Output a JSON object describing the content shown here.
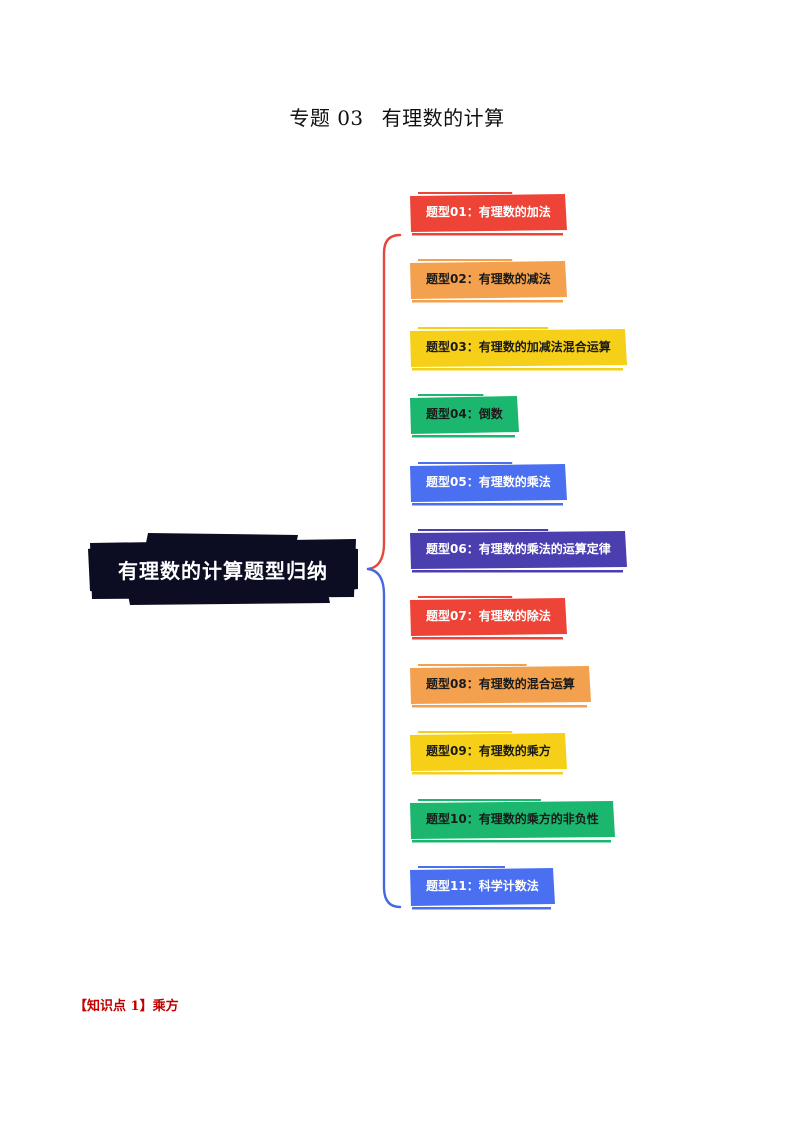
{
  "title": {
    "number": "专题 03",
    "text": "有理数的计算"
  },
  "central": {
    "label": "有理数的计算题型归纳",
    "color": "#0c0c22"
  },
  "connector": {
    "upper_color": "#e2483d",
    "lower_color": "#4469e0"
  },
  "topics": [
    {
      "label": "题型01：有理数的加法",
      "color": "#ee4438",
      "text_color": "#ffffff"
    },
    {
      "label": "题型02：有理数的减法",
      "color": "#f3a14e",
      "text_color": "#1a1a1a"
    },
    {
      "label": "题型03：有理数的加减法混合运算",
      "color": "#f5cf18",
      "text_color": "#1a1a1a"
    },
    {
      "label": "题型04：倒数",
      "color": "#1bb76e",
      "text_color": "#1a1a1a"
    },
    {
      "label": "题型05：有理数的乘法",
      "color": "#4a6ff0",
      "text_color": "#ffffff"
    },
    {
      "label": "题型06：有理数的乘法的运算定律",
      "color": "#4b3fb0",
      "text_color": "#ffffff"
    },
    {
      "label": "题型07：有理数的除法",
      "color": "#ee4438",
      "text_color": "#ffffff"
    },
    {
      "label": "题型08：有理数的混合运算",
      "color": "#f3a14e",
      "text_color": "#1a1a1a"
    },
    {
      "label": "题型09：有理数的乘方",
      "color": "#f5cf18",
      "text_color": "#1a1a1a"
    },
    {
      "label": "题型10：有理数的乘方的非负性",
      "color": "#1bb76e",
      "text_color": "#1a1a1a"
    },
    {
      "label": "题型11：科学计数法",
      "color": "#4a6ff0",
      "text_color": "#ffffff"
    }
  ],
  "knowledge_point": {
    "open": "【",
    "tag": "知识点 1",
    "close": "】",
    "topic": "乘方"
  }
}
